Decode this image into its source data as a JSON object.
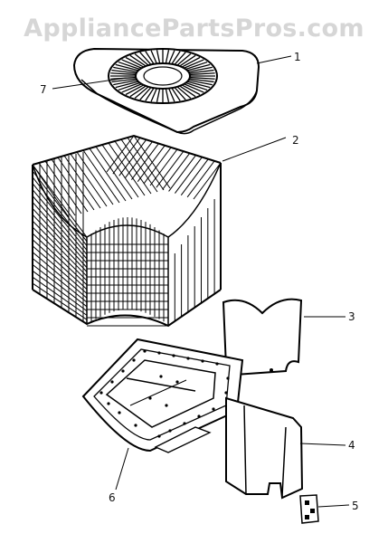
{
  "watermark": "AppliancePartsPros.com",
  "callouts": {
    "c1": "1",
    "c2": "2",
    "c3": "3",
    "c4": "4",
    "c5": "5",
    "c6": "6",
    "c7": "7"
  }
}
